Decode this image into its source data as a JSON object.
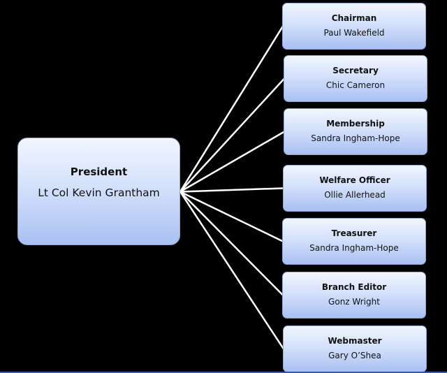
{
  "president": {
    "title": "President",
    "name": "Lt Col Kevin Grantham"
  },
  "members": [
    {
      "title": "Chairman",
      "name": "Paul Wakefield"
    },
    {
      "title": "Secretary",
      "name": "Chic Cameron"
    },
    {
      "title": "Membership",
      "name": "Sandra  Ingham-Hope"
    },
    {
      "title": "Welfare Officer",
      "name": "Ollie Allerhead"
    },
    {
      "title": "Treasurer",
      "name": "Sandra  Ingham-Hope"
    },
    {
      "title": "Branch Editor",
      "name": "Gonz Wright"
    },
    {
      "title": "Webmaster",
      "name": "Gary O’Shea"
    }
  ],
  "colors": {
    "background": "#000000",
    "box_top": "#f2f6ff",
    "box_bottom": "#a9c0f2",
    "connector": "#ffffff"
  }
}
